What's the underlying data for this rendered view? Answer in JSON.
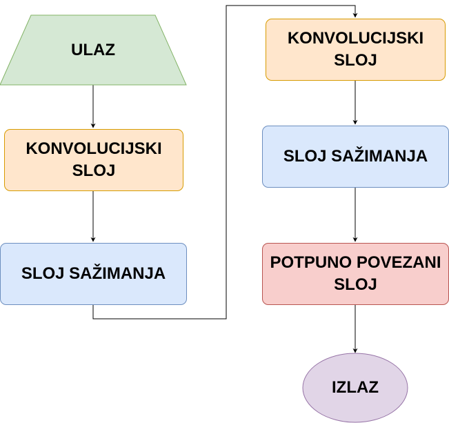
{
  "diagram": {
    "nodes": {
      "input": {
        "label": "ULAZ",
        "shape": "trapezoid",
        "fill": "#d5e8d4",
        "stroke": "#82b366"
      },
      "conv1": {
        "label": "KONVOLUCIJSKI SLOJ",
        "shape": "rounded-rectangle",
        "fill": "#ffe6cc",
        "stroke": "#d79b00"
      },
      "pool1": {
        "label": "SLOJ SAŽIMANJA",
        "shape": "rounded-rectangle",
        "fill": "#dae8fc",
        "stroke": "#6c8ebf"
      },
      "conv2": {
        "label": "KONVOLUCIJSKI SLOJ",
        "shape": "rounded-rectangle",
        "fill": "#ffe6cc",
        "stroke": "#d79b00"
      },
      "pool2": {
        "label": "SLOJ SAŽIMANJA",
        "shape": "rounded-rectangle",
        "fill": "#dae8fc",
        "stroke": "#6c8ebf"
      },
      "fc": {
        "label": "POTPUNO POVEZANI SLOJ",
        "shape": "rounded-rectangle",
        "fill": "#f8cecc",
        "stroke": "#b85450"
      },
      "output": {
        "label": "IZLAZ",
        "shape": "ellipse",
        "fill": "#e1d5e7",
        "stroke": "#9673a6"
      }
    },
    "edges": [
      {
        "from": "input",
        "to": "conv1"
      },
      {
        "from": "conv1",
        "to": "pool1"
      },
      {
        "from": "pool1",
        "to": "conv2"
      },
      {
        "from": "conv2",
        "to": "pool2"
      },
      {
        "from": "pool2",
        "to": "fc"
      },
      {
        "from": "fc",
        "to": "output"
      }
    ],
    "edge_color": "#000000"
  }
}
